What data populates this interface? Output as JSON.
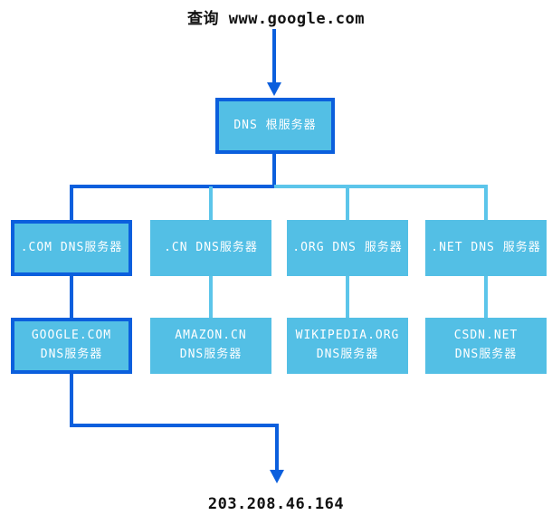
{
  "labels": {
    "query": "查询 www.google.com",
    "result": "203.208.46.164"
  },
  "nodes": {
    "root": {
      "label": "DNS 根服务器"
    },
    "tld": [
      {
        "label": ".COM DNS服务器",
        "highlighted": true
      },
      {
        "label": ".CN DNS服务器",
        "highlighted": false
      },
      {
        "label": ".ORG DNS 服务器",
        "highlighted": false
      },
      {
        "label": ".NET DNS 服务器",
        "highlighted": false
      }
    ],
    "auth": [
      {
        "line1": "GOOGLE.COM",
        "line2": "DNS服务器",
        "highlighted": true
      },
      {
        "line1": "AMAZON.CN",
        "line2": "DNS服务器",
        "highlighted": false
      },
      {
        "line1": "WIKIPEDIA.ORG",
        "line2": "DNS服务器",
        "highlighted": false
      },
      {
        "line1": "CSDN.NET",
        "line2": "DNS服务器",
        "highlighted": false
      }
    ]
  },
  "colors": {
    "highlight_path": "#0b5fdd",
    "node_fill": "#53bfe5",
    "connector": "#5cc5ea",
    "node_text": "#ffffff",
    "label_text": "#111111"
  }
}
